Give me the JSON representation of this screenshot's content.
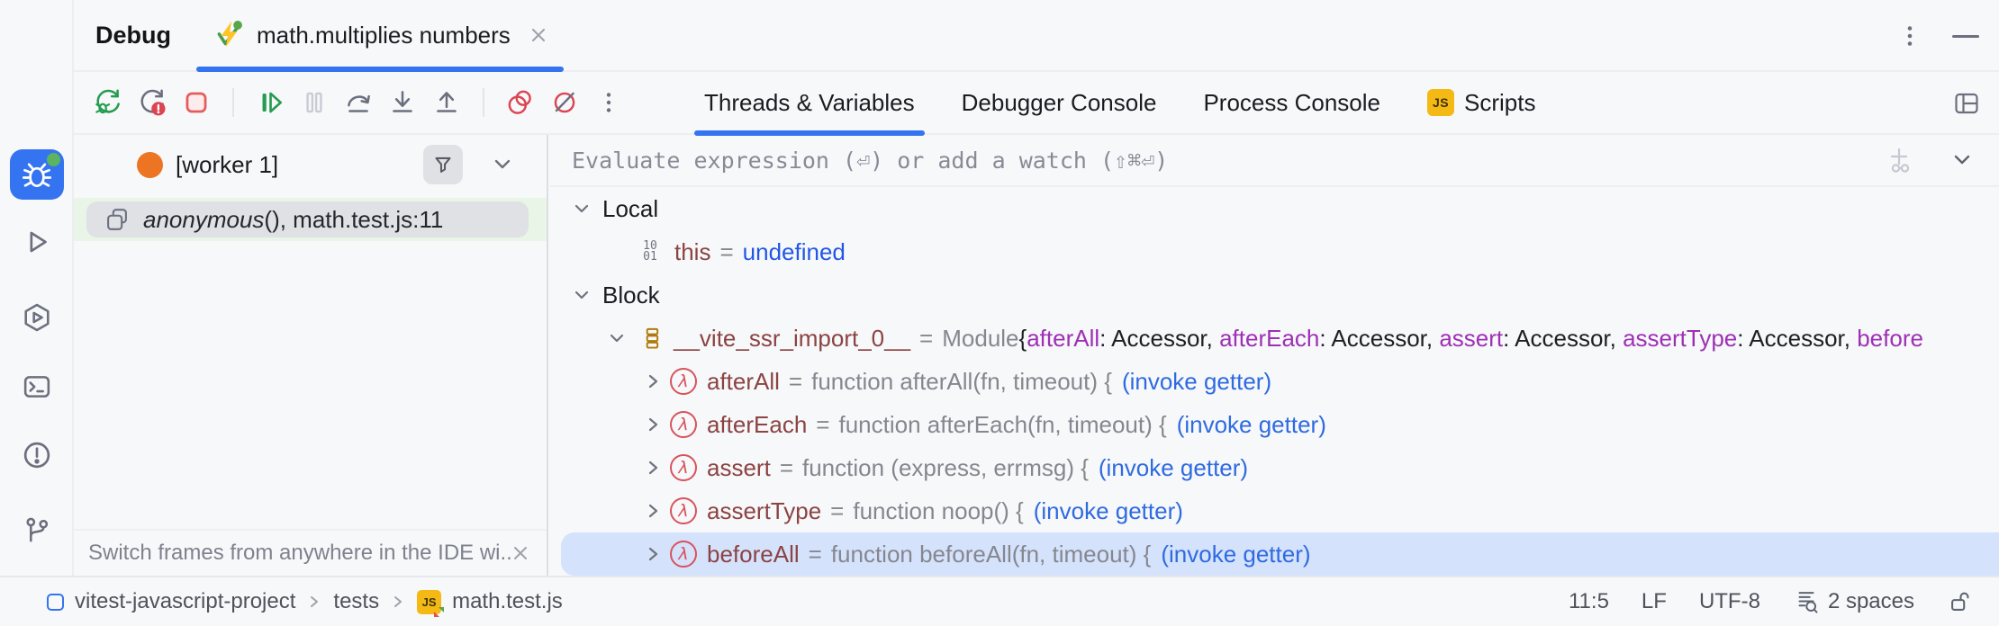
{
  "window": {
    "title": "Debug",
    "tab_label": "math.multiplies numbers"
  },
  "toolbar_tabs": [
    "Threads & Variables",
    "Debugger Console",
    "Process Console",
    "Scripts"
  ],
  "scripts_tab_badge": "JS",
  "frames": {
    "session": "[worker 1]",
    "frame_function": "anonymous",
    "frame_rest": "(), math.test.js:11",
    "banner": "Switch frames from anywhere in the IDE wi..."
  },
  "evaluate_placeholder": "Evaluate expression (⏎) or add a watch (⇧⌘⏎)",
  "vars": {
    "local_label": "Local",
    "this_name": "this",
    "eq": "=",
    "this_value": "undefined",
    "block_label": "Block",
    "module_name": "__vite_ssr_import_0__",
    "module_type": "Module ",
    "module_brace": "{",
    "module_entries": [
      {
        "key": "afterAll",
        "rest": ": Accessor, "
      },
      {
        "key": "afterEach",
        "rest": ": Accessor, "
      },
      {
        "key": "assert",
        "rest": ": Accessor, "
      },
      {
        "key": "assertType",
        "rest": ": Accessor, "
      },
      {
        "key": "before",
        "rest": ""
      }
    ],
    "functions": [
      {
        "name": "afterAll",
        "body": "function afterAll(fn, timeout) {",
        "link": "(invoke getter)",
        "selected": false
      },
      {
        "name": "afterEach",
        "body": "function afterEach(fn, timeout) {",
        "link": "(invoke getter)",
        "selected": false
      },
      {
        "name": "assert",
        "body": "function (express, errmsg) {",
        "link": "(invoke getter)",
        "selected": false
      },
      {
        "name": "assertType",
        "body": "function noop() {",
        "link": "(invoke getter)",
        "selected": false
      },
      {
        "name": "beforeAll",
        "body": "function beforeAll(fn, timeout) {",
        "link": "(invoke getter)",
        "selected": true
      }
    ]
  },
  "status": {
    "breadcrumbs": [
      "vitest-javascript-project",
      "tests",
      "math.test.js"
    ],
    "js_badge": "JS",
    "position": "11:5",
    "line_ending": "LF",
    "encoding": "UTF-8",
    "indent": "2 spaces"
  },
  "icons": {
    "sidebar": [
      "debugger",
      "run",
      "services",
      "terminal",
      "problems",
      "version-control"
    ],
    "toolbar": [
      "rerun-debugger",
      "rerun-failed-tests",
      "stop",
      "resume",
      "pause",
      "step-over",
      "step-into",
      "step-out",
      "view-breakpoints",
      "mute-breakpoints",
      "more-options"
    ],
    "header": [
      "vitest-test",
      "close",
      "more-options",
      "hide"
    ],
    "evaluate": [
      "add-watch",
      "expand"
    ],
    "status": [
      "project",
      "js-file",
      "indent-config",
      "lock-open"
    ]
  },
  "colors": {
    "accent": "#3574f0",
    "selection_blue": "#d5e2fc",
    "frame_green": "#e9f5e6",
    "selection_gray": "#dfe1e5",
    "name_maroon": "#8c4343",
    "key_purple": "#9e30b5",
    "link_blue": "#2e6ae0",
    "value_blue": "#2257e6",
    "muted_gray": "#85878f",
    "icon_gray": "#6c707e",
    "danger_red": "#dc4451",
    "run_green": "#259c50",
    "js_yellow": "#f5b915",
    "worker_orange": "#ec7423"
  }
}
